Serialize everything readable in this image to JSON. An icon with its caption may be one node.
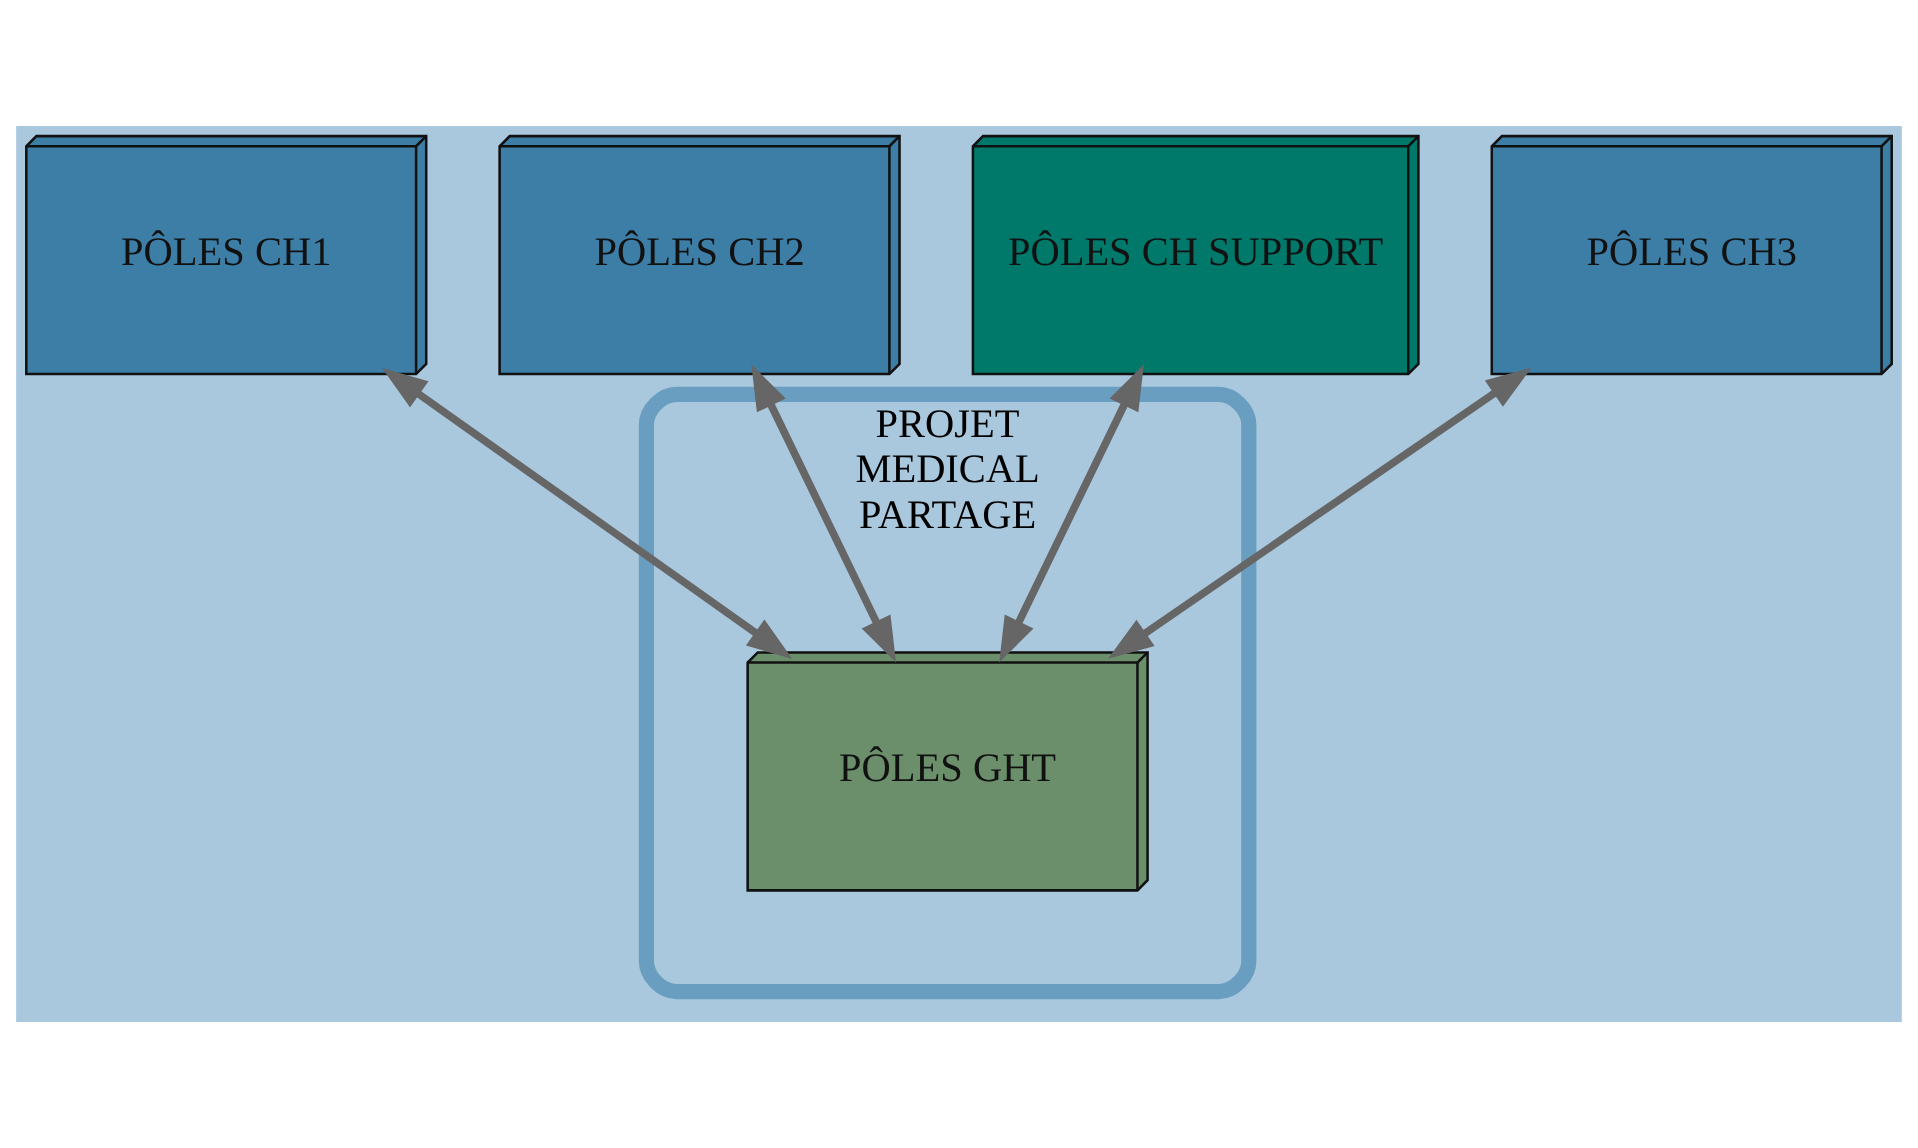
{
  "diagram": {
    "nodes": [
      {
        "text": [
          "PÔLES CH1"
        ]
      },
      {
        "text": [
          "PÔLES CH2"
        ]
      },
      {
        "text": [
          "PÔLES CH SUPPORT"
        ]
      },
      {
        "text": [
          "PÔLES CH3"
        ]
      },
      {
        "text": [
          "PROJET",
          "MEDICAL",
          "PARTAGE"
        ]
      },
      {
        "text": [
          "PÔLES GHT"
        ],
        "in": 4
      }
    ],
    "edges": [
      {
        "from": 5,
        "to": 0,
        "arrow": "both"
      },
      {
        "from": 5,
        "to": 1,
        "arrow": "both"
      },
      {
        "from": 5,
        "to": 2,
        "arrow": "both"
      },
      {
        "from": 5,
        "to": 3,
        "arrow": "both"
      }
    ]
  }
}
